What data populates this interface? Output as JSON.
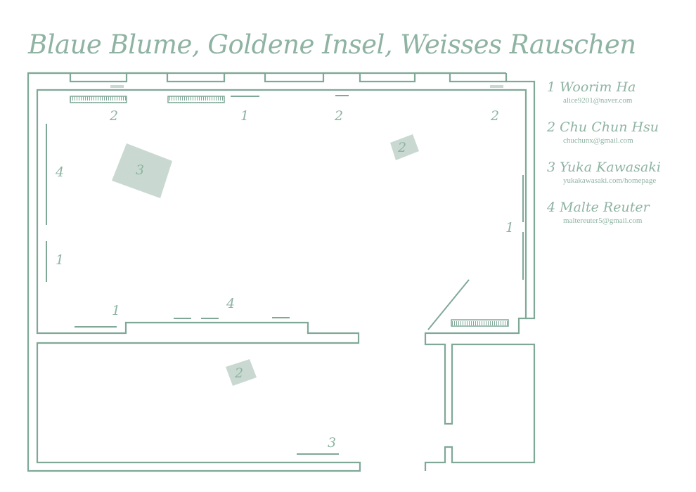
{
  "title": "Blaue Blume, Goldene Insel, Weisses Rauschen",
  "colors": {
    "line": "#80a897",
    "fill": "#c9d9d1",
    "text": "#8fb3a3"
  },
  "legend": [
    {
      "number": "1",
      "name": "Woorim Ha",
      "contact": "alice9201@naver.com"
    },
    {
      "number": "2",
      "name": "Chu Chun Hsu",
      "contact": "chuchunx@gmail.com"
    },
    {
      "number": "3",
      "name": "Yuka Kawasaki",
      "contact": "yukakawasaki.com/homepage"
    },
    {
      "number": "4",
      "name": "Malte Reuter",
      "contact": "maltereuter5@gmail.com"
    }
  ],
  "plan_labels": [
    "2",
    "1",
    "2",
    "2",
    "2",
    "3",
    "4",
    "1",
    "1",
    "1",
    "4",
    "2",
    "3"
  ]
}
